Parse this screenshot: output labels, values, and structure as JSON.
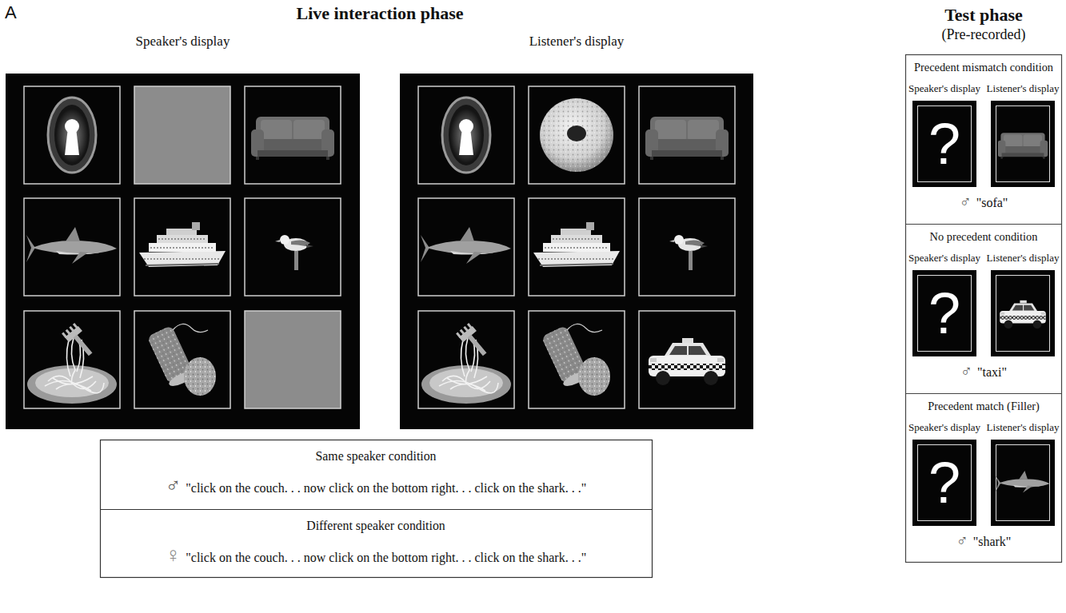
{
  "diagram": {
    "nodes": [
      {
        "text": [
          "Speaker's display"
        ]
      },
      {
        "text": [
          "Listener's display"
        ]
      },
      {
        "text": [
          "Same speaker condition",
          "♂",
          "\"click on the couch. . . now click on the bottom right. . . click on the shark. . .\""
        ]
      },
      {
        "text": [
          "Different speaker condition",
          "♀",
          "\"click on the couch. . . now click on the bottom right. . . click on the shark. . .\""
        ]
      },
      {
        "text": [
          "Test phase",
          "(Pre-recorded)"
        ]
      },
      {
        "text": [
          "Precedent mismatch condition",
          "♂",
          "\"sofa\""
        ],
        "in": 4
      },
      {
        "text": [
          "Speaker's display",
          "?"
        ],
        "in": 5
      },
      {
        "text": [
          "Listener's display"
        ],
        "in": 5
      },
      {
        "text": [
          "No precedent condition",
          "♂",
          "\"taxi\""
        ],
        "in": 4
      },
      {
        "text": [
          "Speaker's display",
          "?"
        ],
        "in": 8
      },
      {
        "text": [
          "Listener's display"
        ],
        "in": 8
      },
      {
        "text": [
          "Precedent match (Filler)",
          "♂",
          "\"shark\""
        ],
        "in": 4
      },
      {
        "text": [
          "Speaker's display",
          "?"
        ],
        "in": 11
      },
      {
        "text": [
          "Listener's display"
        ],
        "in": 11
      }
    ],
    "labels": [
      "A",
      "Live interaction phase"
    ]
  }
}
